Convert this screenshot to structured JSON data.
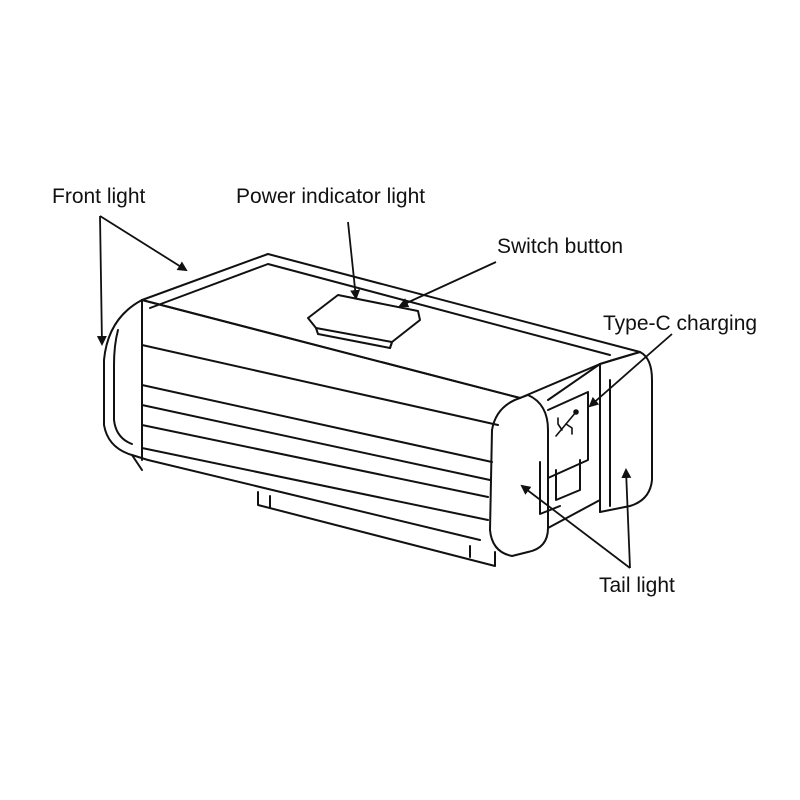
{
  "labels": {
    "front_light": "Front light",
    "power_indicator": "Power indicator light",
    "switch_button": "Switch button",
    "type_c": "Type-C charging",
    "tail_light": "Tail light"
  },
  "colors": {
    "line": "#111111",
    "background": "#ffffff"
  },
  "icons": {
    "usb": "usb-icon"
  }
}
